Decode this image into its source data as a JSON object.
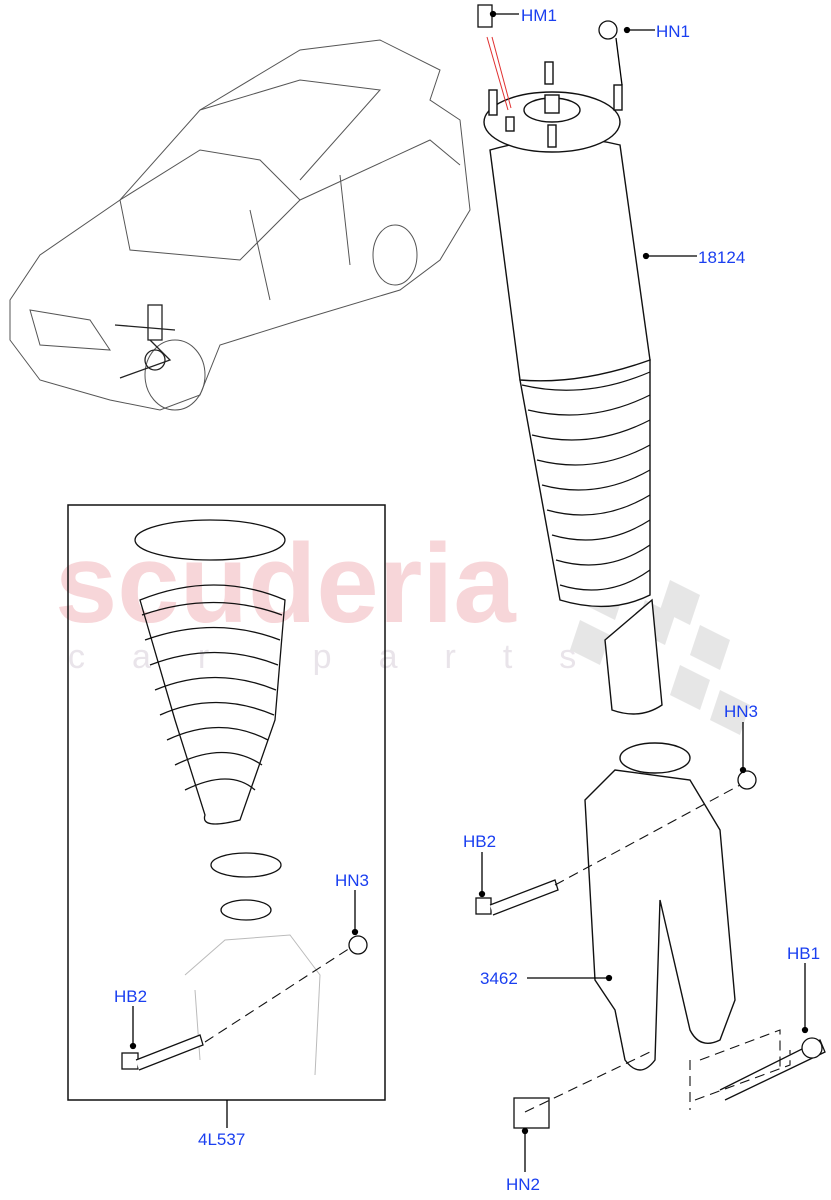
{
  "diagram": {
    "watermark": {
      "brand": "scuderia",
      "tagline": "car parts",
      "brand_color": "#f7d6d9",
      "tagline_color": "#e9e4ea"
    },
    "label_color": "#1a3ff0",
    "callouts": [
      {
        "id": "HM1",
        "label": "HM1",
        "part": "air-spring-valve-fitting"
      },
      {
        "id": "HN1",
        "label": "HN1",
        "part": "top-mount-nut"
      },
      {
        "id": "18124",
        "label": "18124",
        "part": "air-strut-assembly"
      },
      {
        "id": "HN3_right",
        "label": "HN3",
        "part": "pinch-bolt-nut"
      },
      {
        "id": "HB2_right",
        "label": "HB2",
        "part": "pinch-bolt"
      },
      {
        "id": "3462",
        "label": "3462",
        "part": "strut-fork"
      },
      {
        "id": "HB1",
        "label": "HB1",
        "part": "lower-fork-bolt"
      },
      {
        "id": "HN2",
        "label": "HN2",
        "part": "lower-fork-nut"
      },
      {
        "id": "HN3_kit",
        "label": "HN3",
        "part": "kit-pinch-bolt-nut"
      },
      {
        "id": "HB2_kit",
        "label": "HB2",
        "part": "kit-pinch-bolt"
      },
      {
        "id": "4L537",
        "label": "4L537",
        "part": "strut-gaiter-kit"
      }
    ]
  }
}
